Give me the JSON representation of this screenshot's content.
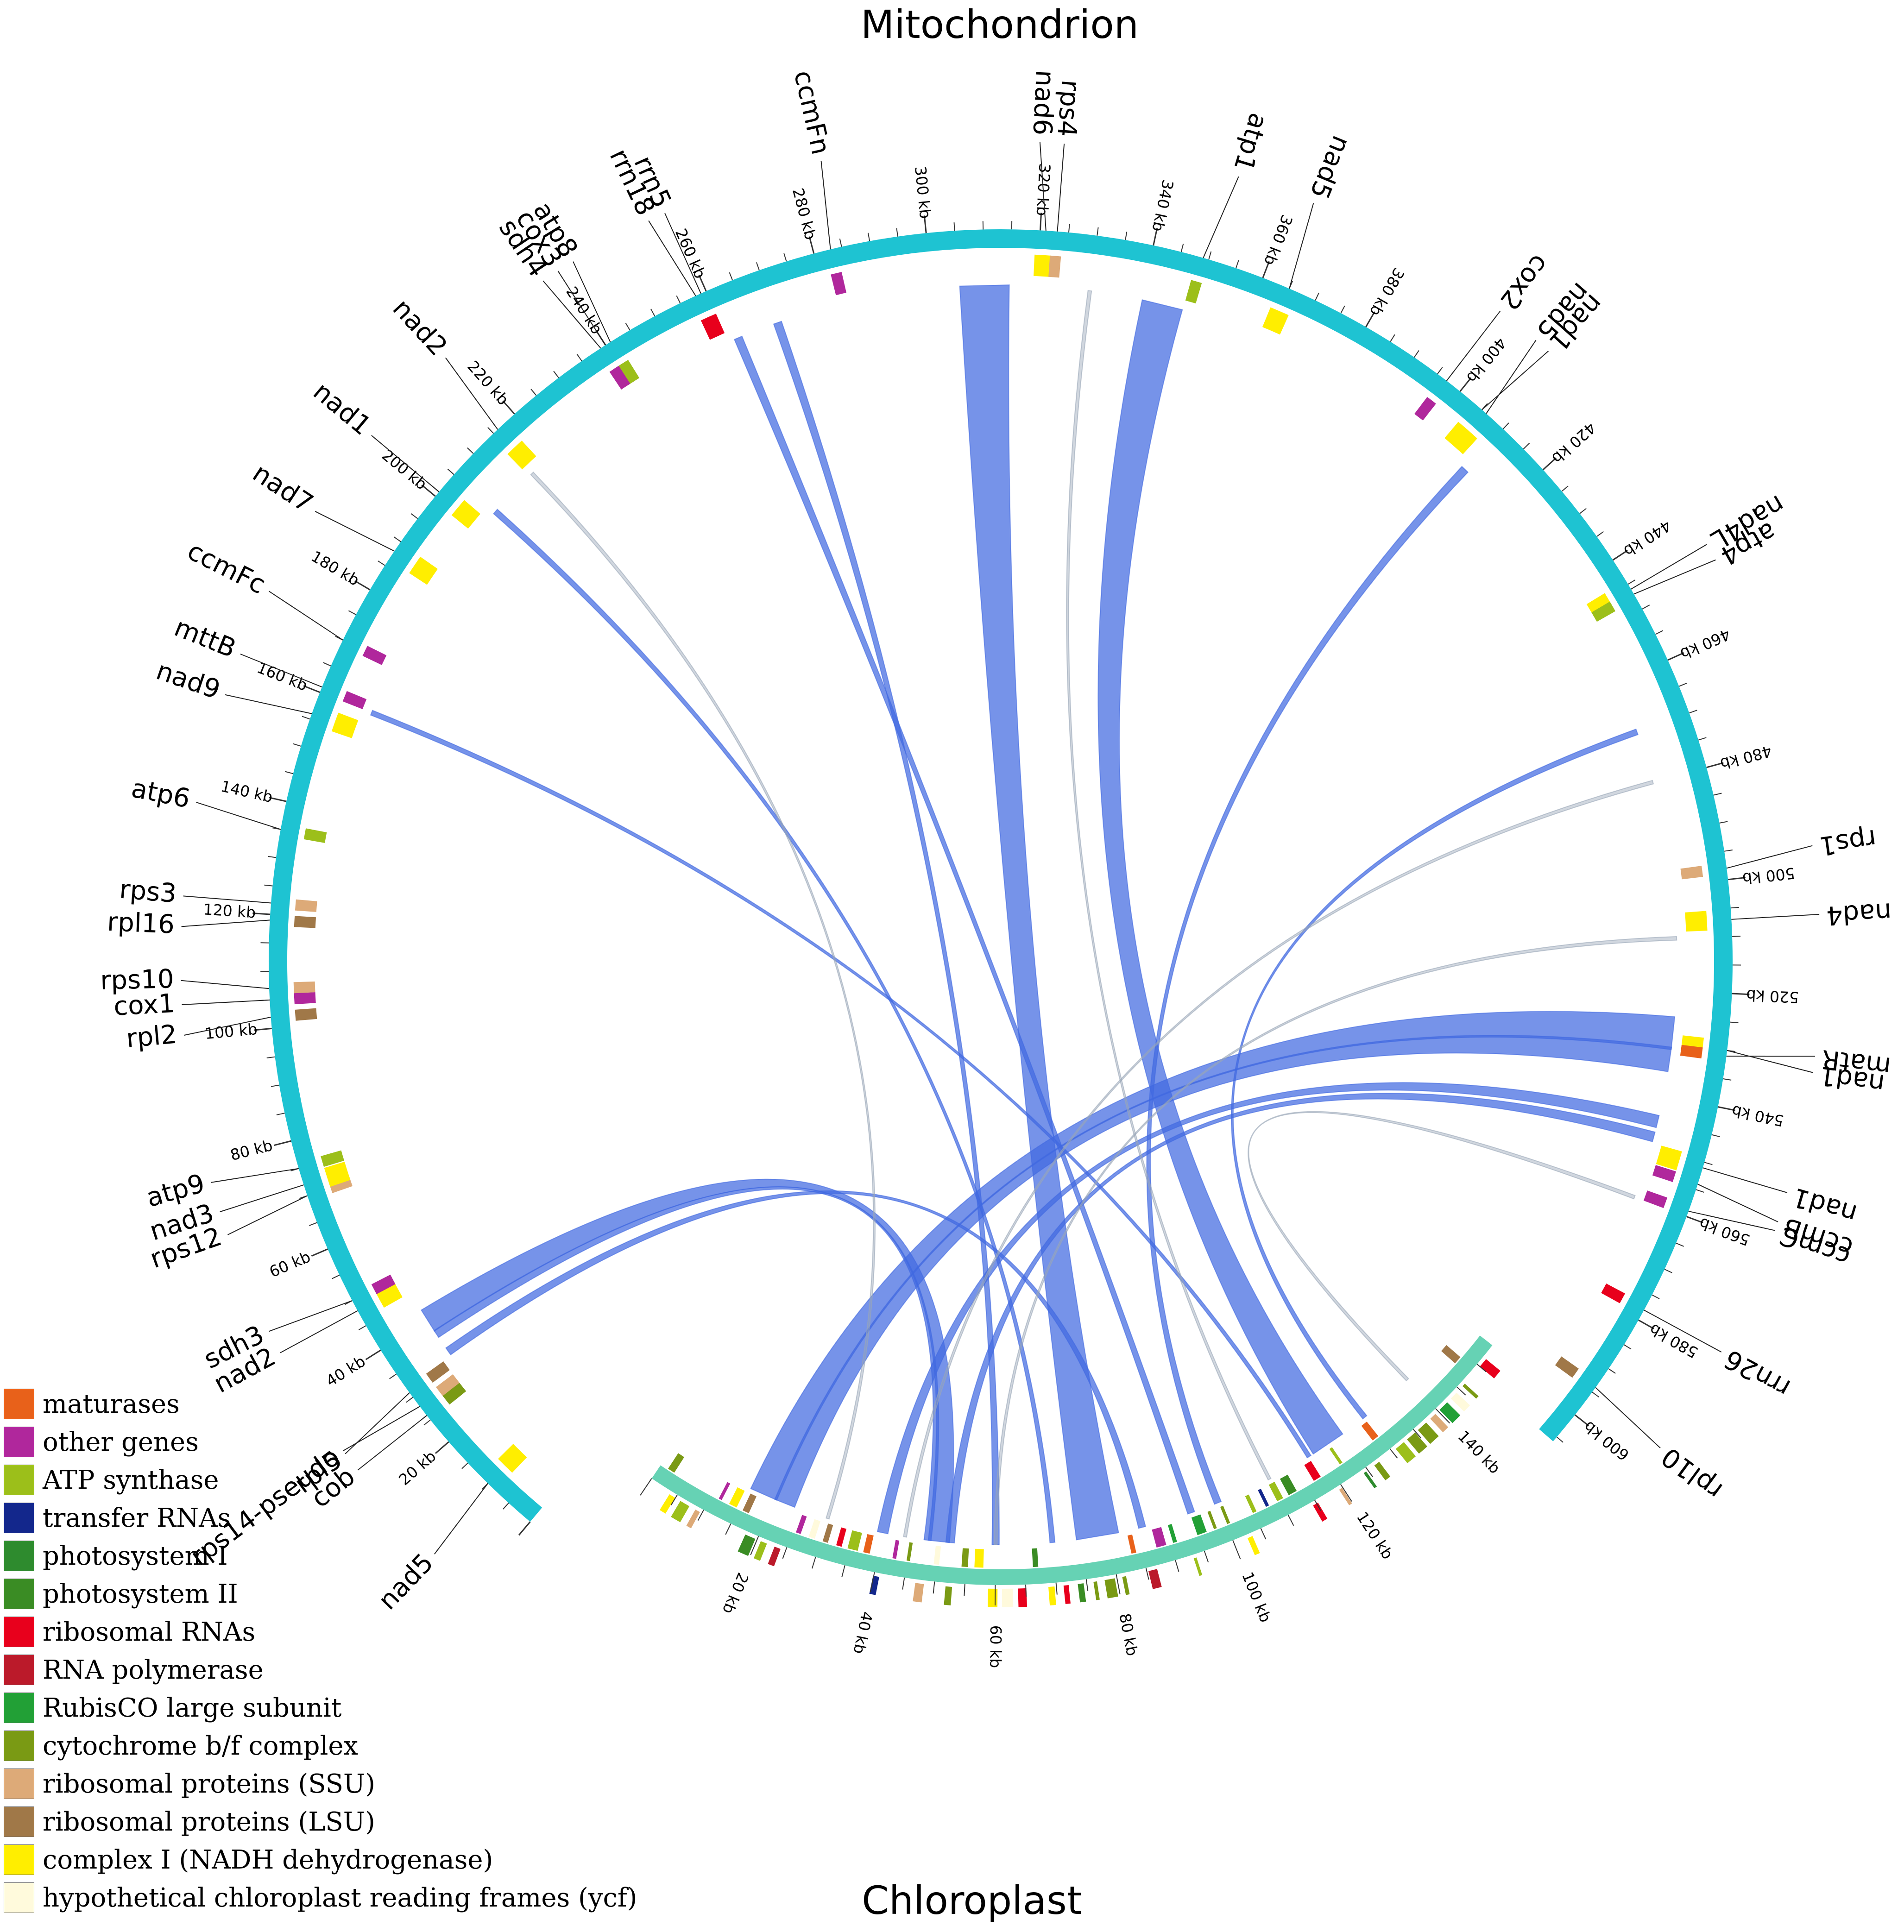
{
  "titles": {
    "top": "Mitochondrion",
    "bottom": "Chloroplast"
  },
  "colors": {
    "mito_ring": "#1ec3d2",
    "cp_ring": "#66d2b4",
    "link": "#4169e1",
    "link_faint": "#9aa6b8",
    "tick": "#333333"
  },
  "legend": [
    {
      "label": "maturases",
      "color": "#e8611a"
    },
    {
      "label": "other genes",
      "color": "#b0279c"
    },
    {
      "label": "ATP synthase",
      "color": "#9cbf1a"
    },
    {
      "label": "transfer RNAs",
      "color": "#13278c"
    },
    {
      "label": "photosystem I",
      "color": "#2e8b2e"
    },
    {
      "label": "photosystem II",
      "color": "#3a8c24"
    },
    {
      "label": "ribosomal RNAs",
      "color": "#e8001c"
    },
    {
      "label": "RNA polymerase",
      "color": "#bb1a2a"
    },
    {
      "label": "RubisCO large subunit",
      "color": "#22a036"
    },
    {
      "label": "cytochrome b/f complex",
      "color": "#7a9a14"
    },
    {
      "label": "ribosomal proteins (SSU)",
      "color": "#ddaa78"
    },
    {
      "label": "ribosomal proteins (LSU)",
      "color": "#a07848"
    },
    {
      "label": "complex I (NADH dehydrogenase)",
      "color": "#ffee00"
    },
    {
      "label": "hypothetical chloroplast reading frames (ycf)",
      "color": "#fffadc"
    }
  ],
  "mito_ticks": [
    "20 kb",
    "40 kb",
    "60 kb",
    "80 kb",
    "100 kb",
    "120 kb",
    "140 kb",
    "160 kb",
    "180 kb",
    "200 kb",
    "220 kb",
    "240 kb",
    "260 kb",
    "280 kb",
    "300 kb",
    "320 kb",
    "340 kb",
    "360 kb",
    "380 kb",
    "400 kb",
    "420 kb",
    "440 kb",
    "460 kb",
    "480 kb",
    "500 kb",
    "520 kb",
    "540 kb",
    "560 kb",
    "580 kb",
    "600 kb"
  ],
  "cp_ticks": [
    "20 kb",
    "40 kb",
    "60 kb",
    "80 kb",
    "100 kb",
    "120 kb",
    "140 kb"
  ],
  "mito_genes": [
    {
      "kb": 10,
      "label": "nad5",
      "cat": "complex I (NADH dehydrogenase)"
    },
    {
      "kb": 26,
      "label": "cob",
      "cat": "cytochrome b/f complex"
    },
    {
      "kb": 28,
      "label": "rps14-pseudo",
      "cat": "ribosomal proteins (SSU)"
    },
    {
      "kb": 31,
      "label": "rpl5",
      "cat": "ribosomal proteins (LSU)"
    },
    {
      "kb": 48,
      "label": "nad2",
      "cat": "complex I (NADH dehydrogenase)"
    },
    {
      "kb": 50,
      "label": "sdh3",
      "cat": "other genes"
    },
    {
      "kb": 70,
      "label": "rps12",
      "cat": "ribosomal proteins (SSU)"
    },
    {
      "kb": 72,
      "label": "nad3",
      "cat": "complex I (NADH dehydrogenase)"
    },
    {
      "kb": 75,
      "label": "atp9",
      "cat": "ATP synthase"
    },
    {
      "kb": 102,
      "label": "rpl2",
      "cat": "ribosomal proteins (LSU)"
    },
    {
      "kb": 105,
      "label": "cox1",
      "cat": "other genes"
    },
    {
      "kb": 107,
      "label": "rps10",
      "cat": "ribosomal proteins (SSU)"
    },
    {
      "kb": 119,
      "label": "rpl16",
      "cat": "ribosomal proteins (LSU)"
    },
    {
      "kb": 122,
      "label": "rps3",
      "cat": "ribosomal proteins (SSU)"
    },
    {
      "kb": 135,
      "label": "atp6",
      "cat": "ATP synthase"
    },
    {
      "kb": 156,
      "label": "nad9",
      "cat": "complex I (NADH dehydrogenase)"
    },
    {
      "kb": 161,
      "label": "mttB",
      "cat": "other genes"
    },
    {
      "kb": 170,
      "label": "ccmFc",
      "cat": "other genes"
    },
    {
      "kb": 188,
      "label": "nad7",
      "cat": "complex I (NADH dehydrogenase)"
    },
    {
      "kb": 201,
      "label": "nad1",
      "cat": "complex I (NADH dehydrogenase)"
    },
    {
      "kb": 216,
      "label": "nad2",
      "cat": "complex I (NADH dehydrogenase)"
    },
    {
      "kb": 239,
      "label": "sdh4",
      "cat": "other genes"
    },
    {
      "kb": 240,
      "label": "cox3",
      "cat": "other genes"
    },
    {
      "kb": 241,
      "label": "atp8",
      "cat": "ATP synthase"
    },
    {
      "kb": 258,
      "label": "rrn18",
      "cat": "ribosomal RNAs"
    },
    {
      "kb": 259,
      "label": "rrn5",
      "cat": "ribosomal RNAs"
    },
    {
      "kb": 283,
      "label": "ccmFn",
      "cat": "other genes"
    },
    {
      "kb": 321,
      "label": "nad6",
      "cat": "complex I (NADH dehydrogenase)"
    },
    {
      "kb": 323,
      "label": "rps4",
      "cat": "ribosomal proteins (SSU)"
    },
    {
      "kb": 349,
      "label": "atp1",
      "cat": "ATP synthase"
    },
    {
      "kb": 365,
      "label": "nad5",
      "cat": "complex I (NADH dehydrogenase)"
    },
    {
      "kb": 397,
      "label": "cox2",
      "cat": "other genes"
    },
    {
      "kb": 405,
      "label": "nad1",
      "cat": "complex I (NADH dehydrogenase)"
    },
    {
      "kb": 406,
      "label": "nad5",
      "cat": "complex I (NADH dehydrogenase)"
    },
    {
      "kb": 446,
      "label": "nad4L",
      "cat": "complex I (NADH dehydrogenase)"
    },
    {
      "kb": 447,
      "label": "atp4",
      "cat": "ATP synthase"
    },
    {
      "kb": 498,
      "label": "rps1",
      "cat": "ribosomal proteins (SSU)"
    },
    {
      "kb": 507,
      "label": "nad4",
      "cat": "complex I (NADH dehydrogenase)"
    },
    {
      "kb": 530,
      "label": "nad1",
      "cat": "complex I (NADH dehydrogenase)"
    },
    {
      "kb": 531,
      "label": "matR",
      "cat": "maturases"
    },
    {
      "kb": 551,
      "label": "nad1",
      "cat": "complex I (NADH dehydrogenase)"
    },
    {
      "kb": 554,
      "label": "ccmB",
      "cat": "other genes"
    },
    {
      "kb": 559,
      "label": "ccmC",
      "cat": "other genes"
    },
    {
      "kb": 578,
      "label": "rrn26",
      "cat": "ribosomal RNAs"
    },
    {
      "kb": 594,
      "label": "rpl10",
      "cat": "ribosomal proteins (LSU)"
    }
  ]
}
